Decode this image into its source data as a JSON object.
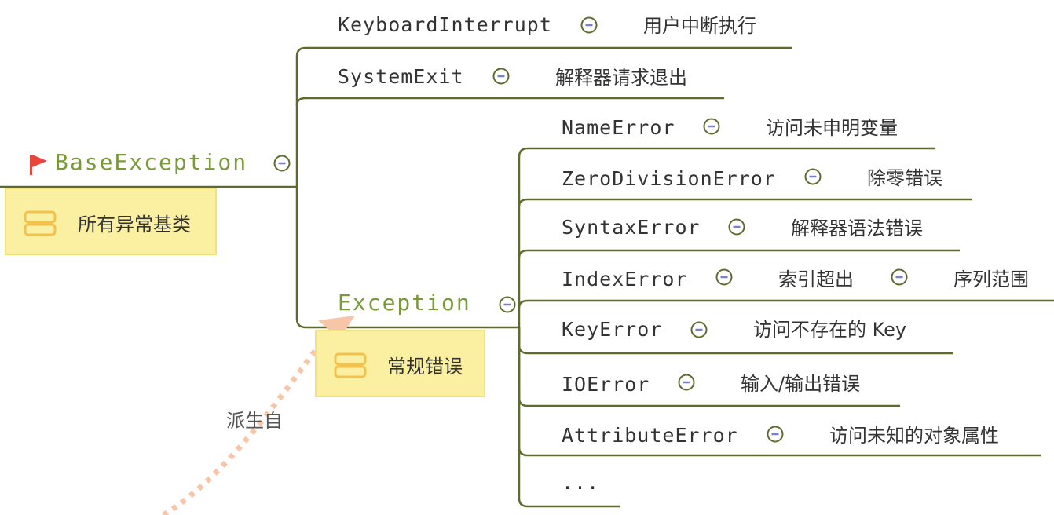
{
  "root": {
    "label": "BaseException",
    "note": "所有异常基类"
  },
  "nodes": {
    "keyboard_interrupt": {
      "label": "KeyboardInterrupt",
      "desc": "用户中断执行"
    },
    "system_exit": {
      "label": "SystemExit",
      "desc": "解释器请求退出"
    },
    "exception": {
      "label": "Exception",
      "note": "常规错误"
    }
  },
  "exception_children": {
    "name_error": {
      "label": "NameError",
      "desc": "访问未申明变量"
    },
    "zero_division_error": {
      "label": "ZeroDivisionError",
      "desc": "除零错误"
    },
    "syntax_error": {
      "label": "SyntaxError",
      "desc": "解释器语法错误"
    },
    "index_error": {
      "label": "IndexError",
      "desc": "索引超出",
      "desc2": "序列范围"
    },
    "key_error": {
      "label": "KeyError",
      "desc": "访问不存在的 Key"
    },
    "io_error": {
      "label": "IOError",
      "desc": "输入/输出错误"
    },
    "attribute_error": {
      "label": "AttributeError",
      "desc": "访问未知的对象属性"
    },
    "more": {
      "label": "..."
    }
  },
  "relationship": {
    "label": "派生自"
  },
  "colors": {
    "branch_line": "#5f6b2e",
    "root_text": "#7a9a3a",
    "note_fill": "#fbf0a2",
    "note_border": "#f2e27a",
    "note_icon": "#f2c14e",
    "flag": "#e8453c",
    "relation_arrow": "#f7c6a8",
    "collapse_ring": "#5f6b2e",
    "collapse_dash": "#7a80c8"
  },
  "icons": {
    "flag": "flag-icon",
    "note": "note-icon",
    "collapse": "collapse-toggle-icon"
  }
}
